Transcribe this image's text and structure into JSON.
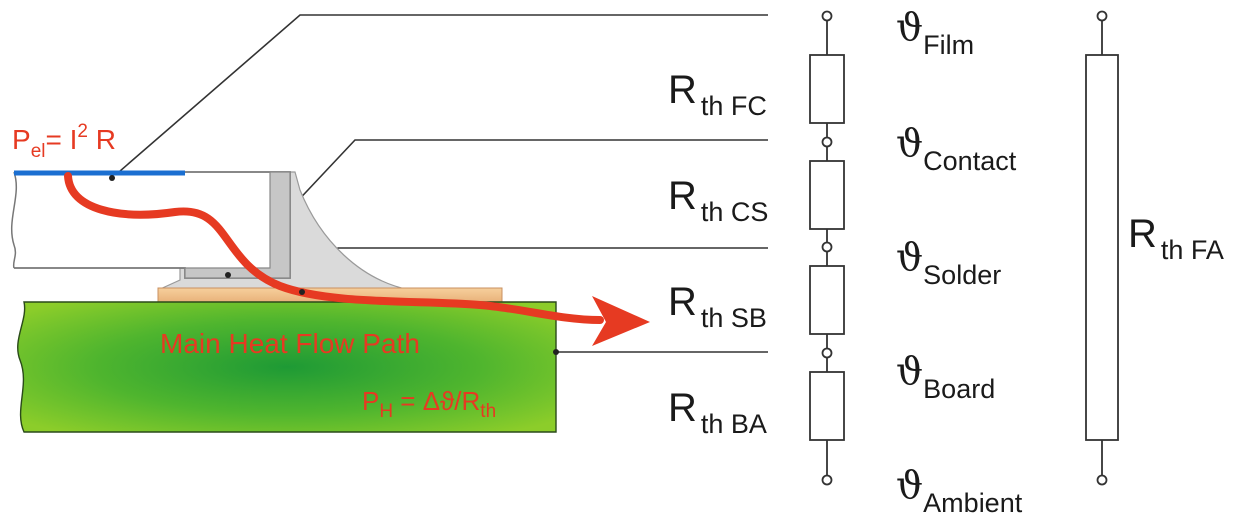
{
  "left": {
    "p_el": {
      "symbol": "P",
      "sub": "el",
      "equals": "= I",
      "sup": "2",
      "tail": " R"
    },
    "flow_label": "Main Heat Flow Path",
    "p_h": {
      "symbol": "P",
      "sub": "H",
      "formula": " = Δϑ/R",
      "formula_sub": "th"
    }
  },
  "resistors": [
    {
      "main": "R",
      "sub": "th FC"
    },
    {
      "main": "R",
      "sub": "th CS"
    },
    {
      "main": "R",
      "sub": "th SB"
    },
    {
      "main": "R",
      "sub": "th BA"
    }
  ],
  "temperatures": [
    {
      "symbol": "ϑ",
      "sub": "Film"
    },
    {
      "symbol": "ϑ",
      "sub": "Contact"
    },
    {
      "symbol": "ϑ",
      "sub": "Solder"
    },
    {
      "symbol": "ϑ",
      "sub": "Board"
    },
    {
      "symbol": "ϑ",
      "sub": "Ambient"
    }
  ],
  "total_resistor": {
    "main": "R",
    "sub": "th FA"
  },
  "colors": {
    "heat_flow": "#e63a22",
    "film": "#1b6fd1",
    "board_light": "#8ccd2a",
    "board_dark": "#1e9a35",
    "solder_pad": "#f0c08a",
    "solder_fillet": "#d8d8d8",
    "line": "#333333"
  }
}
